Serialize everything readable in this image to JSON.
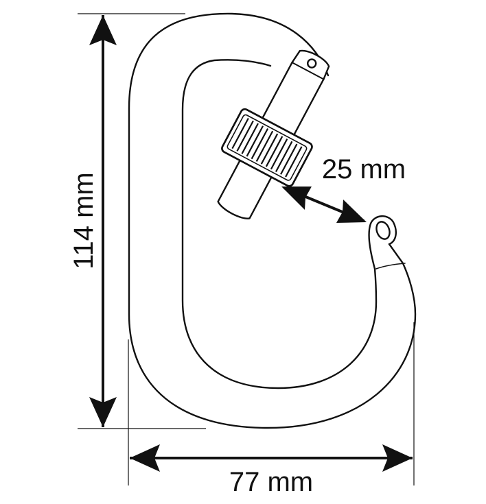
{
  "labels": {
    "height": "114 mm",
    "width": "77 mm",
    "gate_opening": "25 mm"
  },
  "colors": {
    "stroke": "#111111",
    "background": "#ffffff"
  }
}
